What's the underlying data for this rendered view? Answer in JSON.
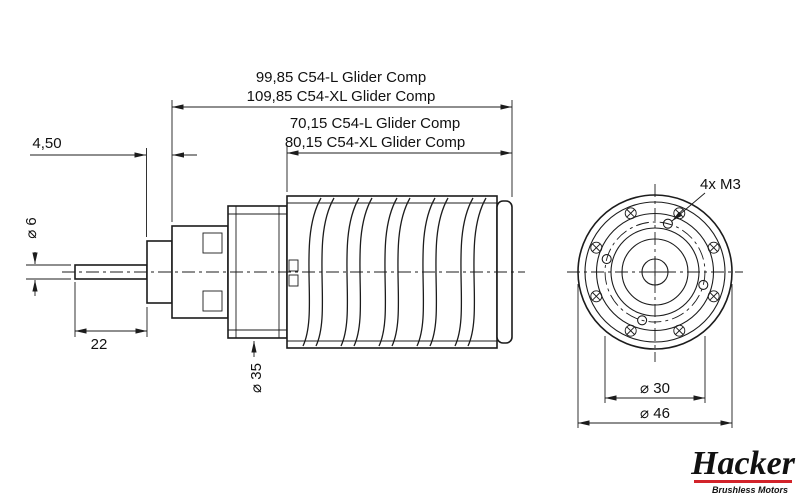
{
  "side_view": {
    "dim_overall_l": "99,85 C54-L Glider Comp",
    "dim_overall_xl": "109,85 C54-XL Glider Comp",
    "dim_body_l": "70,15 C54-L Glider Comp",
    "dim_body_xl": "80,15 C54-XL Glider Comp",
    "dim_collar": "4,50",
    "dim_shaft_diameter": "⌀ 6",
    "dim_shaft_length": "22",
    "dim_case_diameter": "⌀ 35"
  },
  "front_view": {
    "mount_holes": "4x M3",
    "dim_bolt_circle": "⌀ 30",
    "dim_outer_diameter": "⌀ 46"
  },
  "logo": {
    "brand": "Hacker",
    "tagline": "Brushless Motors",
    "color": "#d2232a"
  }
}
